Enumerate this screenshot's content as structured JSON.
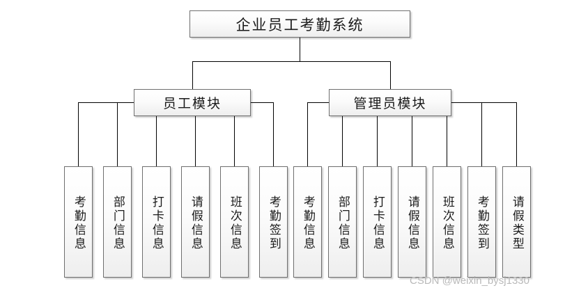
{
  "diagram": {
    "type": "organization-hierarchy-tree",
    "title": "企业员工考勤系统",
    "root": {
      "label": "企业员工考勤系统"
    },
    "modules": [
      {
        "label": "员工模块"
      },
      {
        "label": "管理员模块"
      }
    ],
    "employee_leaves": [
      {
        "label": "考勤信息"
      },
      {
        "label": "部门信息"
      },
      {
        "label": "打卡信息"
      },
      {
        "label": "请假信息"
      },
      {
        "label": "班次信息"
      },
      {
        "label": "考勤签到"
      }
    ],
    "admin_leaves": [
      {
        "label": "考勤信息"
      },
      {
        "label": "部门信息"
      },
      {
        "label": "打卡信息"
      },
      {
        "label": "请假信息"
      },
      {
        "label": "班次信息"
      },
      {
        "label": "考勤签到"
      },
      {
        "label": "请假类型"
      }
    ],
    "watermark": "CSDN @weixin_bysj1330",
    "colors": {
      "box_border": "#6e6e6e",
      "box_fill_top": "#ffffff",
      "box_fill_bottom": "#eeeeee",
      "line": "#000000",
      "text": "#1a1a1a",
      "watermark": "#b9b9b9",
      "background": "#ffffff"
    }
  }
}
